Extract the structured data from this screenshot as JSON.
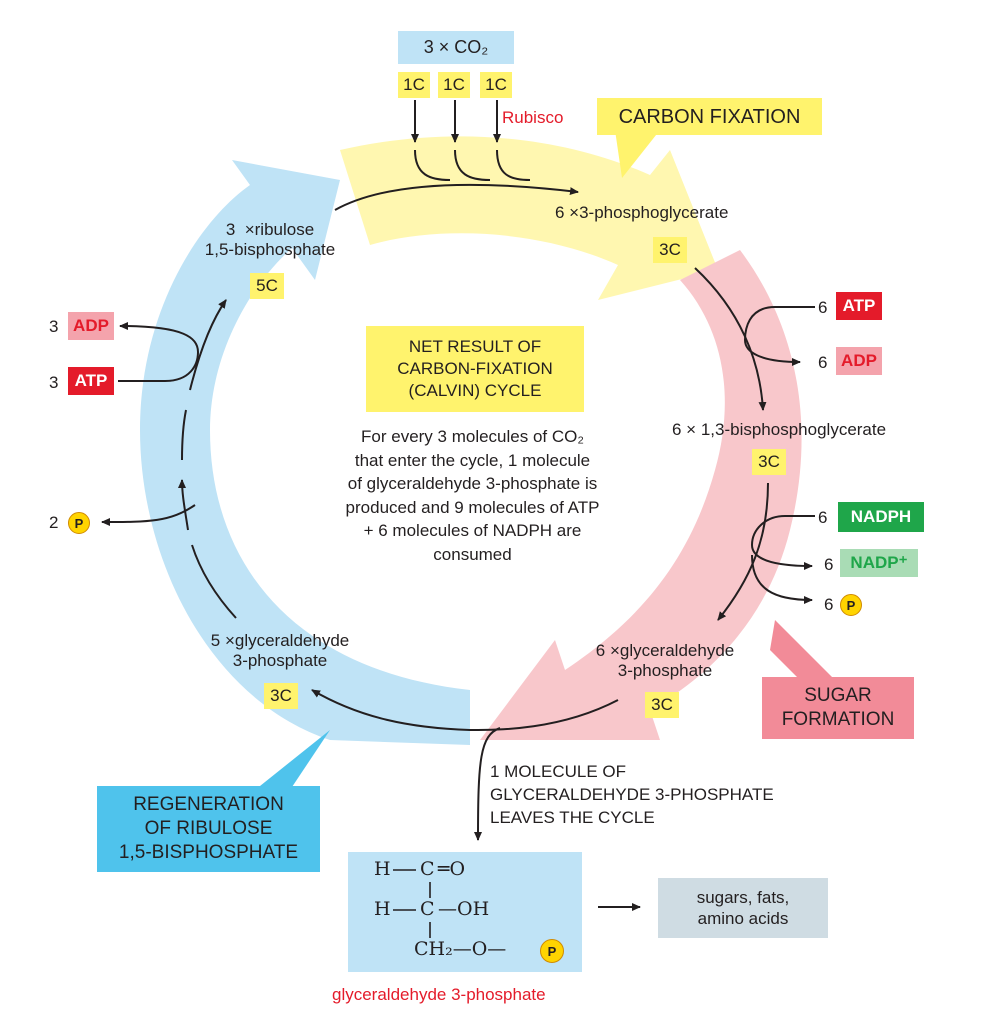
{
  "co2": {
    "header": "3 × CO₂",
    "units": [
      "1C",
      "1C",
      "1C"
    ],
    "enzyme": "Rubisco"
  },
  "phases": {
    "fixation": "CARBON FIXATION",
    "sugar": "SUGAR\nFORMATION",
    "regeneration": "REGENERATION\nOF RIBULOSE\n1,5-BISPHOSPHATE"
  },
  "molecules": {
    "pga": {
      "label": "6 ×3-phosphoglycerate",
      "carbons": "3C"
    },
    "bpg": {
      "label": "6 × 1,3-bisphosphoglycerate",
      "carbons": "3C"
    },
    "g3p6": {
      "label": "6 ×glyceraldehyde\n3-phosphate",
      "carbons": "3C"
    },
    "g3p5": {
      "label": "5 ×glyceraldehyde\n3-phosphate",
      "carbons": "3C"
    },
    "rubp": {
      "label": "3  ×ribulose\n1,5-bisphosphate",
      "carbons": "5C"
    }
  },
  "cofactors": {
    "atp_in_num": "6",
    "atp_in": "ATP",
    "adp_out_num": "6",
    "adp_out": "ADP",
    "nadph_in_num": "6",
    "nadph_in": "NADPH",
    "nadp_out_num": "6",
    "nadp_out": "NADP⁺",
    "p_out_num": "6",
    "p_symbol": "P",
    "adp_left_num": "3",
    "adp_left": "ADP",
    "atp_left_num": "3",
    "atp_left": "ATP",
    "p_left_num": "2"
  },
  "center": {
    "title": "NET RESULT OF\nCARBON-FIXATION\n(CALVIN) CYCLE",
    "body": "For every 3 molecules of CO₂\nthat enter the cycle, 1 molecule\nof glyceraldehyde 3-phosphate is\nproduced and 9 molecules of ATP\n+ 6 molecules of NADPH are\nconsumed"
  },
  "exit": {
    "text": "1 MOLECULE OF\nGLYCERALDEHYDE 3-PHOSPHATE\nLEAVES THE CYCLE",
    "products": "sugars, fats,\namino acids",
    "molecule_name": "glyceraldehyde 3-phosphate"
  },
  "structure": {
    "r1_h": "H",
    "r1_c": "C",
    "r1_dbl": "═O",
    "r2_h": "H",
    "r2_c": "C",
    "r2_oh": "—OH",
    "r3_ch2": "CH₂—O—",
    "p": "P"
  },
  "colors": {
    "fixation": "#fff7b0",
    "sugar": "#f8c7cb",
    "regeneration": "#bfe3f6",
    "red_text": "#e41b2a",
    "callout_blue": "#4fc3ec"
  }
}
